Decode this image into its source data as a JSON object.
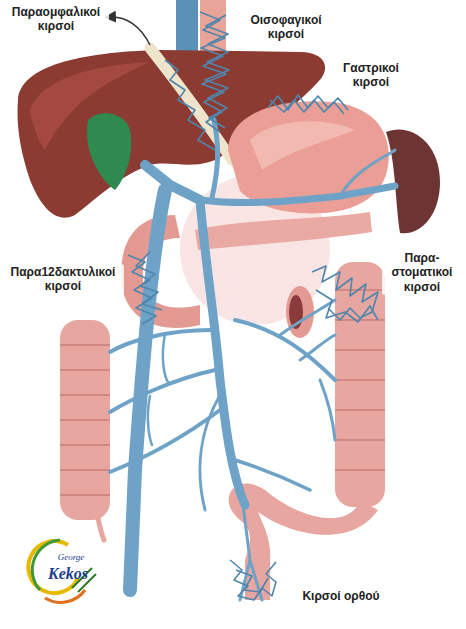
{
  "diagram": {
    "labels": [
      "Παραομφαλικοί κιρσοί",
      "Οισοφαγικοί κιρσοί",
      "Γαστρικοί κιρσοί",
      "Παρα12δακτυλικοί κιρσοί",
      "Παρα- στοματικοί κιρσοί",
      "Κιρσοί ορθού",
      "George",
      "Kekos"
    ]
  }
}
